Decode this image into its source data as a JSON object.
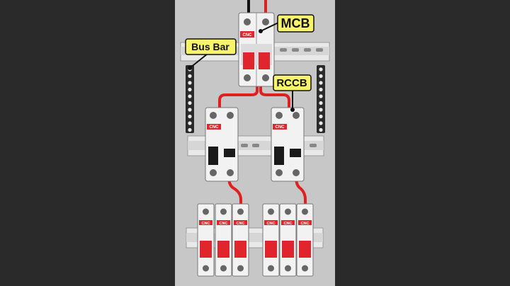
{
  "labels": {
    "mcb": "MCB",
    "bus_bar": "Bus Bar",
    "rccb": "RCCB"
  },
  "brand": "CNC",
  "colors": {
    "panel": "#c7c7c7",
    "dark_sides": "#2a2a2a",
    "label_bg": "#f7f36b",
    "label_text": "#111111",
    "wire_red": "#e02020",
    "wire_black": "#111111",
    "handle_red": "#e0262c",
    "handle_black": "#1a1a1a"
  },
  "components": {
    "mcb_main": {
      "type": "2-pole MCB"
    },
    "rccb": [
      {
        "type": "RCCB"
      },
      {
        "type": "RCCB"
      }
    ],
    "mcb_groups": [
      {
        "count": 3
      },
      {
        "count": 3
      }
    ],
    "bus_bars": 2
  }
}
